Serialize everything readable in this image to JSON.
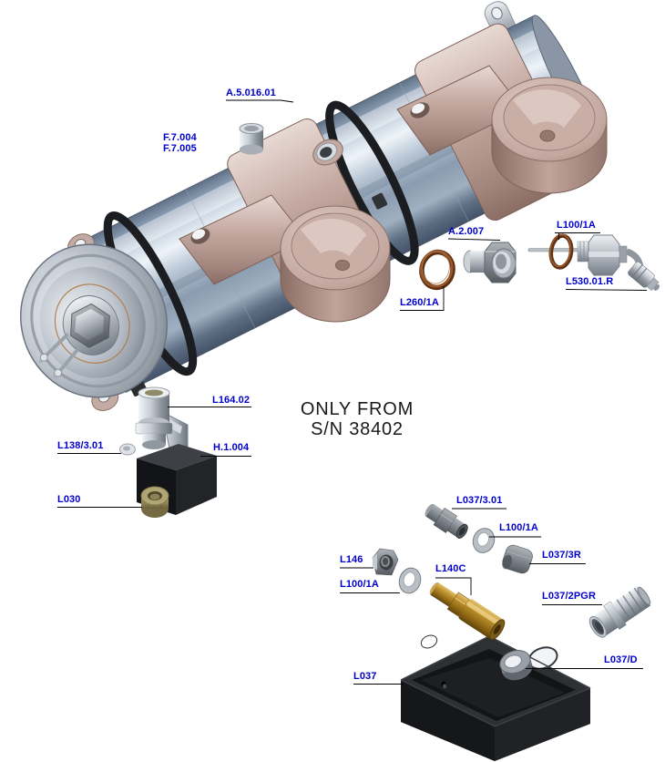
{
  "note": {
    "line1": "ONLY FROM",
    "line2": "S/N 38402"
  },
  "labels": [
    {
      "id": "a5-016-01",
      "text": "A.5.016.01"
    },
    {
      "id": "f7-004",
      "text": "F.7.004"
    },
    {
      "id": "f7-005",
      "text": "F.7.005"
    },
    {
      "id": "a2-007",
      "text": "A.2.007"
    },
    {
      "id": "l100-1a-a",
      "text": "L100/1A"
    },
    {
      "id": "l530-01-r",
      "text": "L530.01.R"
    },
    {
      "id": "l260-1a",
      "text": "L260/1A"
    },
    {
      "id": "l164-02",
      "text": "L164.02"
    },
    {
      "id": "l138-3-01",
      "text": "L138/3.01"
    },
    {
      "id": "h1-004",
      "text": "H.1.004"
    },
    {
      "id": "l030",
      "text": "L030"
    },
    {
      "id": "l037-3-01",
      "text": "L037/3.01"
    },
    {
      "id": "l100-1a-b",
      "text": "L100/1A"
    },
    {
      "id": "l146",
      "text": "L146"
    },
    {
      "id": "l037-3r",
      "text": "L037/3R"
    },
    {
      "id": "l100-1a-c",
      "text": "L100/1A"
    },
    {
      "id": "l140c",
      "text": "L140C"
    },
    {
      "id": "l037-2pgr",
      "text": "L037/2PGR"
    },
    {
      "id": "l037-d",
      "text": "L037/D"
    },
    {
      "id": "l037",
      "text": "L037"
    }
  ],
  "colors": {
    "label_blue": "#0000CC",
    "leader_line": "#000000",
    "note_text": "#1a1a1a",
    "copper_gasket": "#6b3a1f",
    "brass_part": "#b98f2a",
    "bronze_casting": "#c3a8a0",
    "steel_part": "#b9c0c7",
    "black_plastic": "#17181a"
  }
}
